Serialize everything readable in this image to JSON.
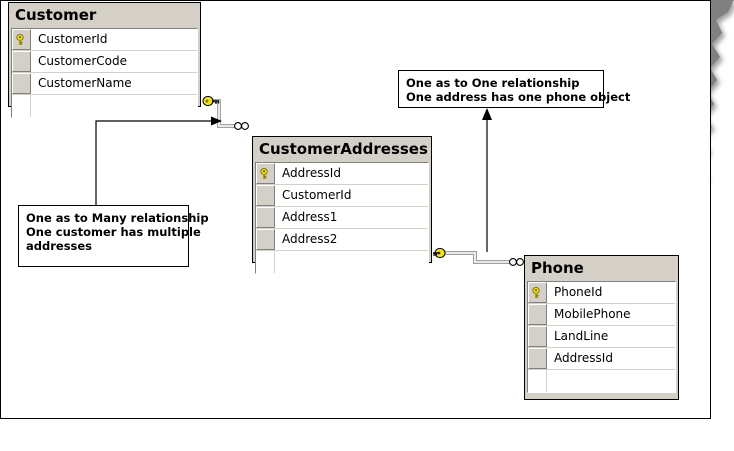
{
  "diagram": {
    "title": "Database relationships diagram",
    "background_color": "#808080",
    "page_color": "#ffffff",
    "table_header_color": "#d4d0c8",
    "key_color": "#ffd700"
  },
  "tables": [
    {
      "name": "Customer",
      "title": "Customer",
      "fields": [
        {
          "name": "CustomerId",
          "key": true,
          "icon": "key-icon"
        },
        {
          "name": "CustomerCode",
          "key": false,
          "icon": "row-selector-icon"
        },
        {
          "name": "CustomerName",
          "key": false,
          "icon": "row-selector-icon"
        }
      ]
    },
    {
      "name": "CustomerAddresses",
      "title": "CustomerAddresses",
      "fields": [
        {
          "name": "AddressId",
          "key": true,
          "icon": "key-icon"
        },
        {
          "name": "CustomerId",
          "key": false,
          "icon": "row-selector-icon"
        },
        {
          "name": "Address1",
          "key": false,
          "icon": "row-selector-icon"
        },
        {
          "name": "Address2",
          "key": false,
          "icon": "row-selector-icon"
        }
      ]
    },
    {
      "name": "Phone",
      "title": "Phone",
      "fields": [
        {
          "name": "PhoneId",
          "key": true,
          "icon": "key-icon"
        },
        {
          "name": "MobilePhone",
          "key": false,
          "icon": "row-selector-icon"
        },
        {
          "name": "LandLine",
          "key": false,
          "icon": "row-selector-icon"
        },
        {
          "name": "AddressId",
          "key": false,
          "icon": "row-selector-icon"
        }
      ]
    }
  ],
  "annotations": [
    {
      "id": "one-to-many-note",
      "lines": [
        "One as to Many relationship",
        "One customer has multiple",
        "addresses"
      ],
      "points_to": "customer-customeraddresses-relationship"
    },
    {
      "id": "one-to-one-note",
      "lines": [
        "One as to One relationship",
        "One address has one phone object"
      ],
      "points_to": "customeraddresses-phone-relationship"
    }
  ],
  "relationships": [
    {
      "id": "customer-customeraddresses-relationship",
      "from_table": "Customer",
      "from_symbol": "key-icon",
      "to_table": "CustomerAddresses",
      "to_symbol": "infinity-icon",
      "cardinality": "one-to-many"
    },
    {
      "id": "customeraddresses-phone-relationship",
      "from_table": "CustomerAddresses",
      "from_symbol": "key-icon",
      "to_table": "Phone",
      "to_symbol": "infinity-icon",
      "cardinality": "one-to-one"
    }
  ]
}
